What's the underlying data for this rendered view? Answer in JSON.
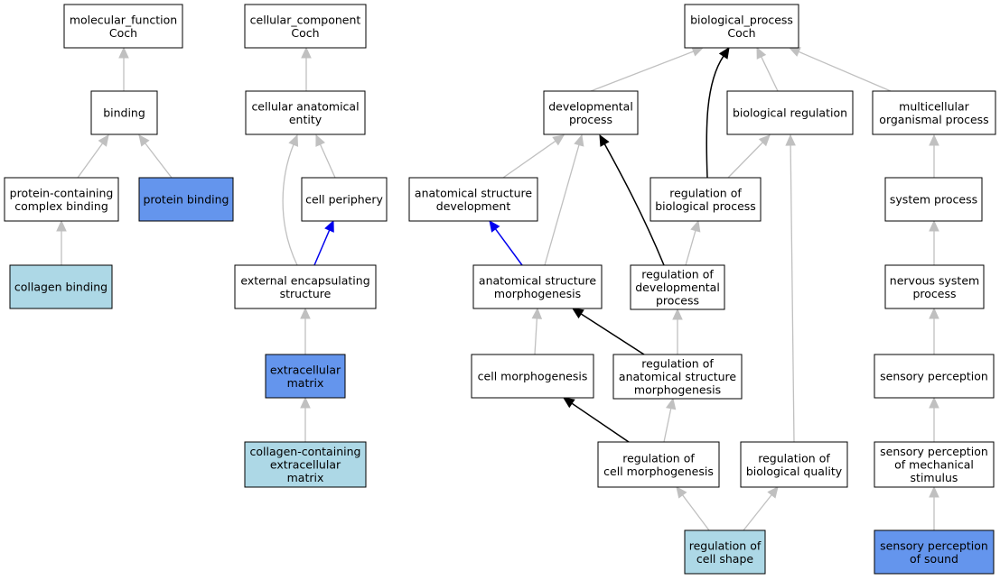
{
  "colors": {
    "background": "#ffffff",
    "node_default": "#ffffff",
    "node_light_blue": "#add8e6",
    "node_blue": "#6495ed",
    "edge_gray": "#c0c0c0",
    "edge_black": "#000000",
    "edge_blue": "#0000ee"
  },
  "nodes": [
    {
      "id": "molecular_function",
      "lines": [
        "molecular_function",
        "Coch"
      ],
      "fill": "default"
    },
    {
      "id": "cellular_component",
      "lines": [
        "cellular_component",
        "Coch"
      ],
      "fill": "default"
    },
    {
      "id": "biological_process",
      "lines": [
        "biological_process",
        "Coch"
      ],
      "fill": "default"
    },
    {
      "id": "binding",
      "lines": [
        "binding"
      ],
      "fill": "default"
    },
    {
      "id": "cellular_anatomical_entity",
      "lines": [
        "cellular anatomical",
        "entity"
      ],
      "fill": "default"
    },
    {
      "id": "developmental_process",
      "lines": [
        "developmental",
        "process"
      ],
      "fill": "default"
    },
    {
      "id": "biological_regulation",
      "lines": [
        "biological regulation"
      ],
      "fill": "default"
    },
    {
      "id": "multicellular_organismal_process",
      "lines": [
        "multicellular",
        "organismal process"
      ],
      "fill": "default"
    },
    {
      "id": "protein_containing_complex_binding",
      "lines": [
        "protein-containing",
        "complex binding"
      ],
      "fill": "default"
    },
    {
      "id": "protein_binding",
      "lines": [
        "protein binding"
      ],
      "fill": "blue"
    },
    {
      "id": "cell_periphery",
      "lines": [
        "cell periphery"
      ],
      "fill": "default"
    },
    {
      "id": "anatomical_structure_development",
      "lines": [
        "anatomical structure",
        "development"
      ],
      "fill": "default"
    },
    {
      "id": "regulation_of_biological_process",
      "lines": [
        "regulation of",
        "biological process"
      ],
      "fill": "default"
    },
    {
      "id": "system_process",
      "lines": [
        "system process"
      ],
      "fill": "default"
    },
    {
      "id": "collagen_binding",
      "lines": [
        "collagen binding"
      ],
      "fill": "light_blue"
    },
    {
      "id": "external_encapsulating_structure",
      "lines": [
        "external encapsulating",
        "structure"
      ],
      "fill": "default"
    },
    {
      "id": "anatomical_structure_morphogenesis",
      "lines": [
        "anatomical structure",
        "morphogenesis"
      ],
      "fill": "default"
    },
    {
      "id": "regulation_of_developmental_process",
      "lines": [
        "regulation of",
        "developmental",
        "process"
      ],
      "fill": "default"
    },
    {
      "id": "nervous_system_process",
      "lines": [
        "nervous system",
        "process"
      ],
      "fill": "default"
    },
    {
      "id": "extracellular_matrix",
      "lines": [
        "extracellular",
        "matrix"
      ],
      "fill": "blue"
    },
    {
      "id": "cell_morphogenesis",
      "lines": [
        "cell morphogenesis"
      ],
      "fill": "default"
    },
    {
      "id": "regulation_of_anatomical_structure_morphogenesis",
      "lines": [
        "regulation of",
        "anatomical structure",
        "morphogenesis"
      ],
      "fill": "default"
    },
    {
      "id": "sensory_perception",
      "lines": [
        "sensory perception"
      ],
      "fill": "default"
    },
    {
      "id": "collagen_containing_extracellular_matrix",
      "lines": [
        "collagen-containing",
        "extracellular",
        "matrix"
      ],
      "fill": "light_blue"
    },
    {
      "id": "regulation_of_cell_morphogenesis",
      "lines": [
        "regulation of",
        "cell morphogenesis"
      ],
      "fill": "default"
    },
    {
      "id": "regulation_of_biological_quality",
      "lines": [
        "regulation of",
        "biological quality"
      ],
      "fill": "default"
    },
    {
      "id": "sensory_perception_of_mechanical_stimulus",
      "lines": [
        "sensory perception",
        "of mechanical",
        "stimulus"
      ],
      "fill": "default"
    },
    {
      "id": "regulation_of_cell_shape",
      "lines": [
        "regulation of",
        "cell shape"
      ],
      "fill": "light_blue"
    },
    {
      "id": "sensory_perception_of_sound",
      "lines": [
        "sensory perception",
        "of sound"
      ],
      "fill": "blue"
    }
  ],
  "edges": [
    {
      "from": "binding",
      "to": "molecular_function",
      "kind": "gray"
    },
    {
      "from": "protein_containing_complex_binding",
      "to": "binding",
      "kind": "gray"
    },
    {
      "from": "protein_binding",
      "to": "binding",
      "kind": "gray"
    },
    {
      "from": "collagen_binding",
      "to": "protein_containing_complex_binding",
      "kind": "gray"
    },
    {
      "from": "cellular_anatomical_entity",
      "to": "cellular_component",
      "kind": "gray"
    },
    {
      "from": "cell_periphery",
      "to": "cellular_anatomical_entity",
      "kind": "gray"
    },
    {
      "from": "external_encapsulating_structure",
      "to": "cellular_anatomical_entity",
      "kind": "gray"
    },
    {
      "from": "external_encapsulating_structure",
      "to": "cell_periphery",
      "kind": "blue"
    },
    {
      "from": "extracellular_matrix",
      "to": "external_encapsulating_structure",
      "kind": "gray"
    },
    {
      "from": "collagen_containing_extracellular_matrix",
      "to": "extracellular_matrix",
      "kind": "gray"
    },
    {
      "from": "developmental_process",
      "to": "biological_process",
      "kind": "gray"
    },
    {
      "from": "biological_regulation",
      "to": "biological_process",
      "kind": "gray"
    },
    {
      "from": "multicellular_organismal_process",
      "to": "biological_process",
      "kind": "gray"
    },
    {
      "from": "regulation_of_biological_process",
      "to": "biological_process",
      "kind": "black"
    },
    {
      "from": "anatomical_structure_development",
      "to": "developmental_process",
      "kind": "gray"
    },
    {
      "from": "anatomical_structure_morphogenesis",
      "to": "developmental_process",
      "kind": "gray"
    },
    {
      "from": "regulation_of_developmental_process",
      "to": "developmental_process",
      "kind": "black"
    },
    {
      "from": "regulation_of_biological_process",
      "to": "biological_regulation",
      "kind": "gray"
    },
    {
      "from": "regulation_of_biological_quality",
      "to": "biological_regulation",
      "kind": "gray"
    },
    {
      "from": "system_process",
      "to": "multicellular_organismal_process",
      "kind": "gray"
    },
    {
      "from": "anatomical_structure_morphogenesis",
      "to": "anatomical_structure_development",
      "kind": "blue"
    },
    {
      "from": "regulation_of_developmental_process",
      "to": "regulation_of_biological_process",
      "kind": "gray"
    },
    {
      "from": "nervous_system_process",
      "to": "system_process",
      "kind": "gray"
    },
    {
      "from": "cell_morphogenesis",
      "to": "anatomical_structure_morphogenesis",
      "kind": "gray"
    },
    {
      "from": "regulation_of_anatomical_structure_morphogenesis",
      "to": "anatomical_structure_morphogenesis",
      "kind": "black"
    },
    {
      "from": "regulation_of_anatomical_structure_morphogenesis",
      "to": "regulation_of_developmental_process",
      "kind": "gray"
    },
    {
      "from": "sensory_perception",
      "to": "nervous_system_process",
      "kind": "gray"
    },
    {
      "from": "regulation_of_cell_morphogenesis",
      "to": "cell_morphogenesis",
      "kind": "black"
    },
    {
      "from": "regulation_of_cell_morphogenesis",
      "to": "regulation_of_anatomical_structure_morphogenesis",
      "kind": "gray"
    },
    {
      "from": "sensory_perception_of_mechanical_stimulus",
      "to": "sensory_perception",
      "kind": "gray"
    },
    {
      "from": "regulation_of_cell_shape",
      "to": "regulation_of_cell_morphogenesis",
      "kind": "gray"
    },
    {
      "from": "regulation_of_cell_shape",
      "to": "regulation_of_biological_quality",
      "kind": "gray"
    },
    {
      "from": "sensory_perception_of_sound",
      "to": "sensory_perception_of_mechanical_stimulus",
      "kind": "gray"
    }
  ]
}
